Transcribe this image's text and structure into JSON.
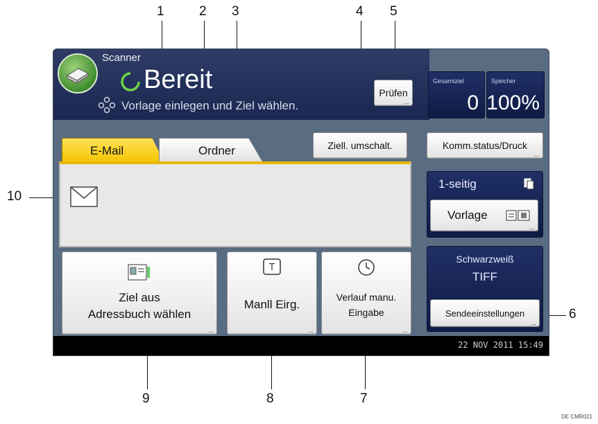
{
  "callouts": {
    "n1": "1",
    "n2": "2",
    "n3": "3",
    "n4": "4",
    "n5": "5",
    "n6": "6",
    "n7": "7",
    "n8": "8",
    "n9": "9",
    "n10": "10"
  },
  "header": {
    "app_name": "Scanner",
    "status_title": "Bereit",
    "status_message": "Vorlage einlegen und Ziel wählen.",
    "check_button": "Prüfen",
    "total_dest_label": "Gesamtziel",
    "total_dest_value": "0",
    "memory_label": "Speicher",
    "memory_value": "100%"
  },
  "tabs": {
    "email": "E-Mail",
    "folder": "Ordner"
  },
  "buttons": {
    "switch_dest": "Ziell. umschalt.",
    "comm_status": "Komm.status/Druck",
    "address_book_line1": "Ziel aus",
    "address_book_line2": "Adressbuch wählen",
    "manual_entry": "Manll Eirg.",
    "history_line1": "Verlauf manu.",
    "history_line2": "Eingabe",
    "send_settings": "Sendeeinstellungen"
  },
  "original_settings": {
    "sides": "1-seitig",
    "original": "Vorlage"
  },
  "scan_type": {
    "line1": "Schwarzweiß",
    "line2": "TIFF"
  },
  "status_bar": {
    "datetime": "22 NOV  2011 15:49"
  },
  "figure_code": "DE CMR021",
  "colors": {
    "panel": "#5a6c82",
    "title_bar": "#1f2c58",
    "active_tab": "#f4c400",
    "status_bar": "#000000"
  }
}
